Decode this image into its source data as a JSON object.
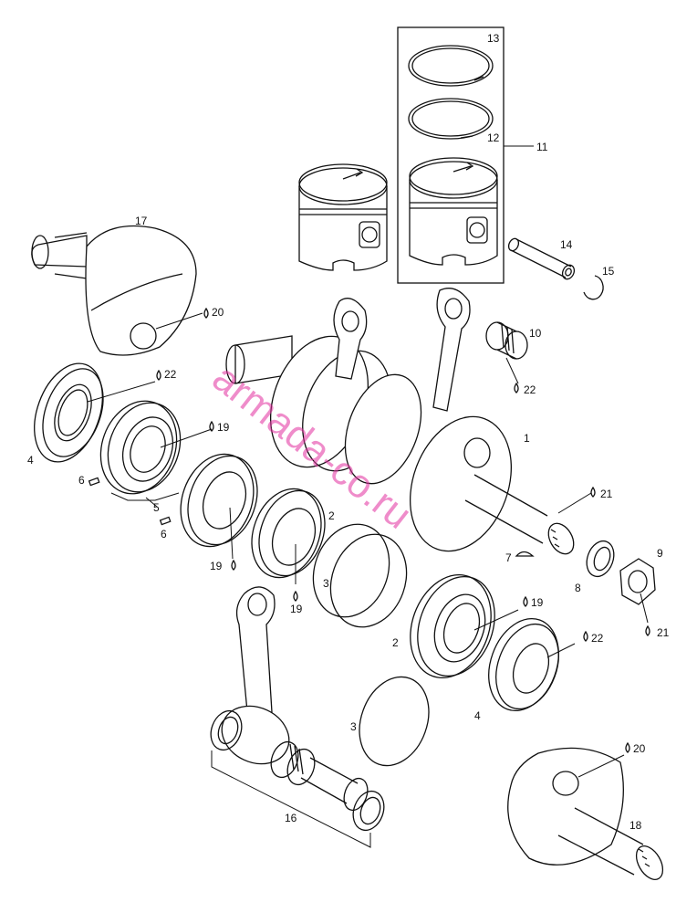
{
  "diagram": {
    "callouts": [
      {
        "id": "c1",
        "label": "1"
      },
      {
        "id": "c2a",
        "label": "2"
      },
      {
        "id": "c2b",
        "label": "2"
      },
      {
        "id": "c3a",
        "label": "3"
      },
      {
        "id": "c3b",
        "label": "3"
      },
      {
        "id": "c4a",
        "label": "4"
      },
      {
        "id": "c4b",
        "label": "4"
      },
      {
        "id": "c5",
        "label": "5"
      },
      {
        "id": "c6a",
        "label": "6"
      },
      {
        "id": "c6b",
        "label": "6"
      },
      {
        "id": "c7",
        "label": "7"
      },
      {
        "id": "c8",
        "label": "8"
      },
      {
        "id": "c9",
        "label": "9"
      },
      {
        "id": "c10",
        "label": "10"
      },
      {
        "id": "c11",
        "label": "11"
      },
      {
        "id": "c12",
        "label": "12"
      },
      {
        "id": "c13",
        "label": "13"
      },
      {
        "id": "c14",
        "label": "14"
      },
      {
        "id": "c15",
        "label": "15"
      },
      {
        "id": "c16",
        "label": "16"
      },
      {
        "id": "c17",
        "label": "17"
      },
      {
        "id": "c18",
        "label": "18"
      },
      {
        "id": "c19a",
        "label": "19"
      },
      {
        "id": "c19b",
        "label": "19"
      },
      {
        "id": "c19c",
        "label": "19"
      },
      {
        "id": "c19d",
        "label": "19"
      },
      {
        "id": "c20a",
        "label": "20"
      },
      {
        "id": "c20b",
        "label": "20"
      },
      {
        "id": "c21a",
        "label": "21"
      },
      {
        "id": "c21b",
        "label": "21"
      },
      {
        "id": "c22a",
        "label": "22"
      },
      {
        "id": "c22b",
        "label": "22"
      },
      {
        "id": "c22c",
        "label": "22"
      }
    ],
    "watermark": "armada-co.ru"
  }
}
